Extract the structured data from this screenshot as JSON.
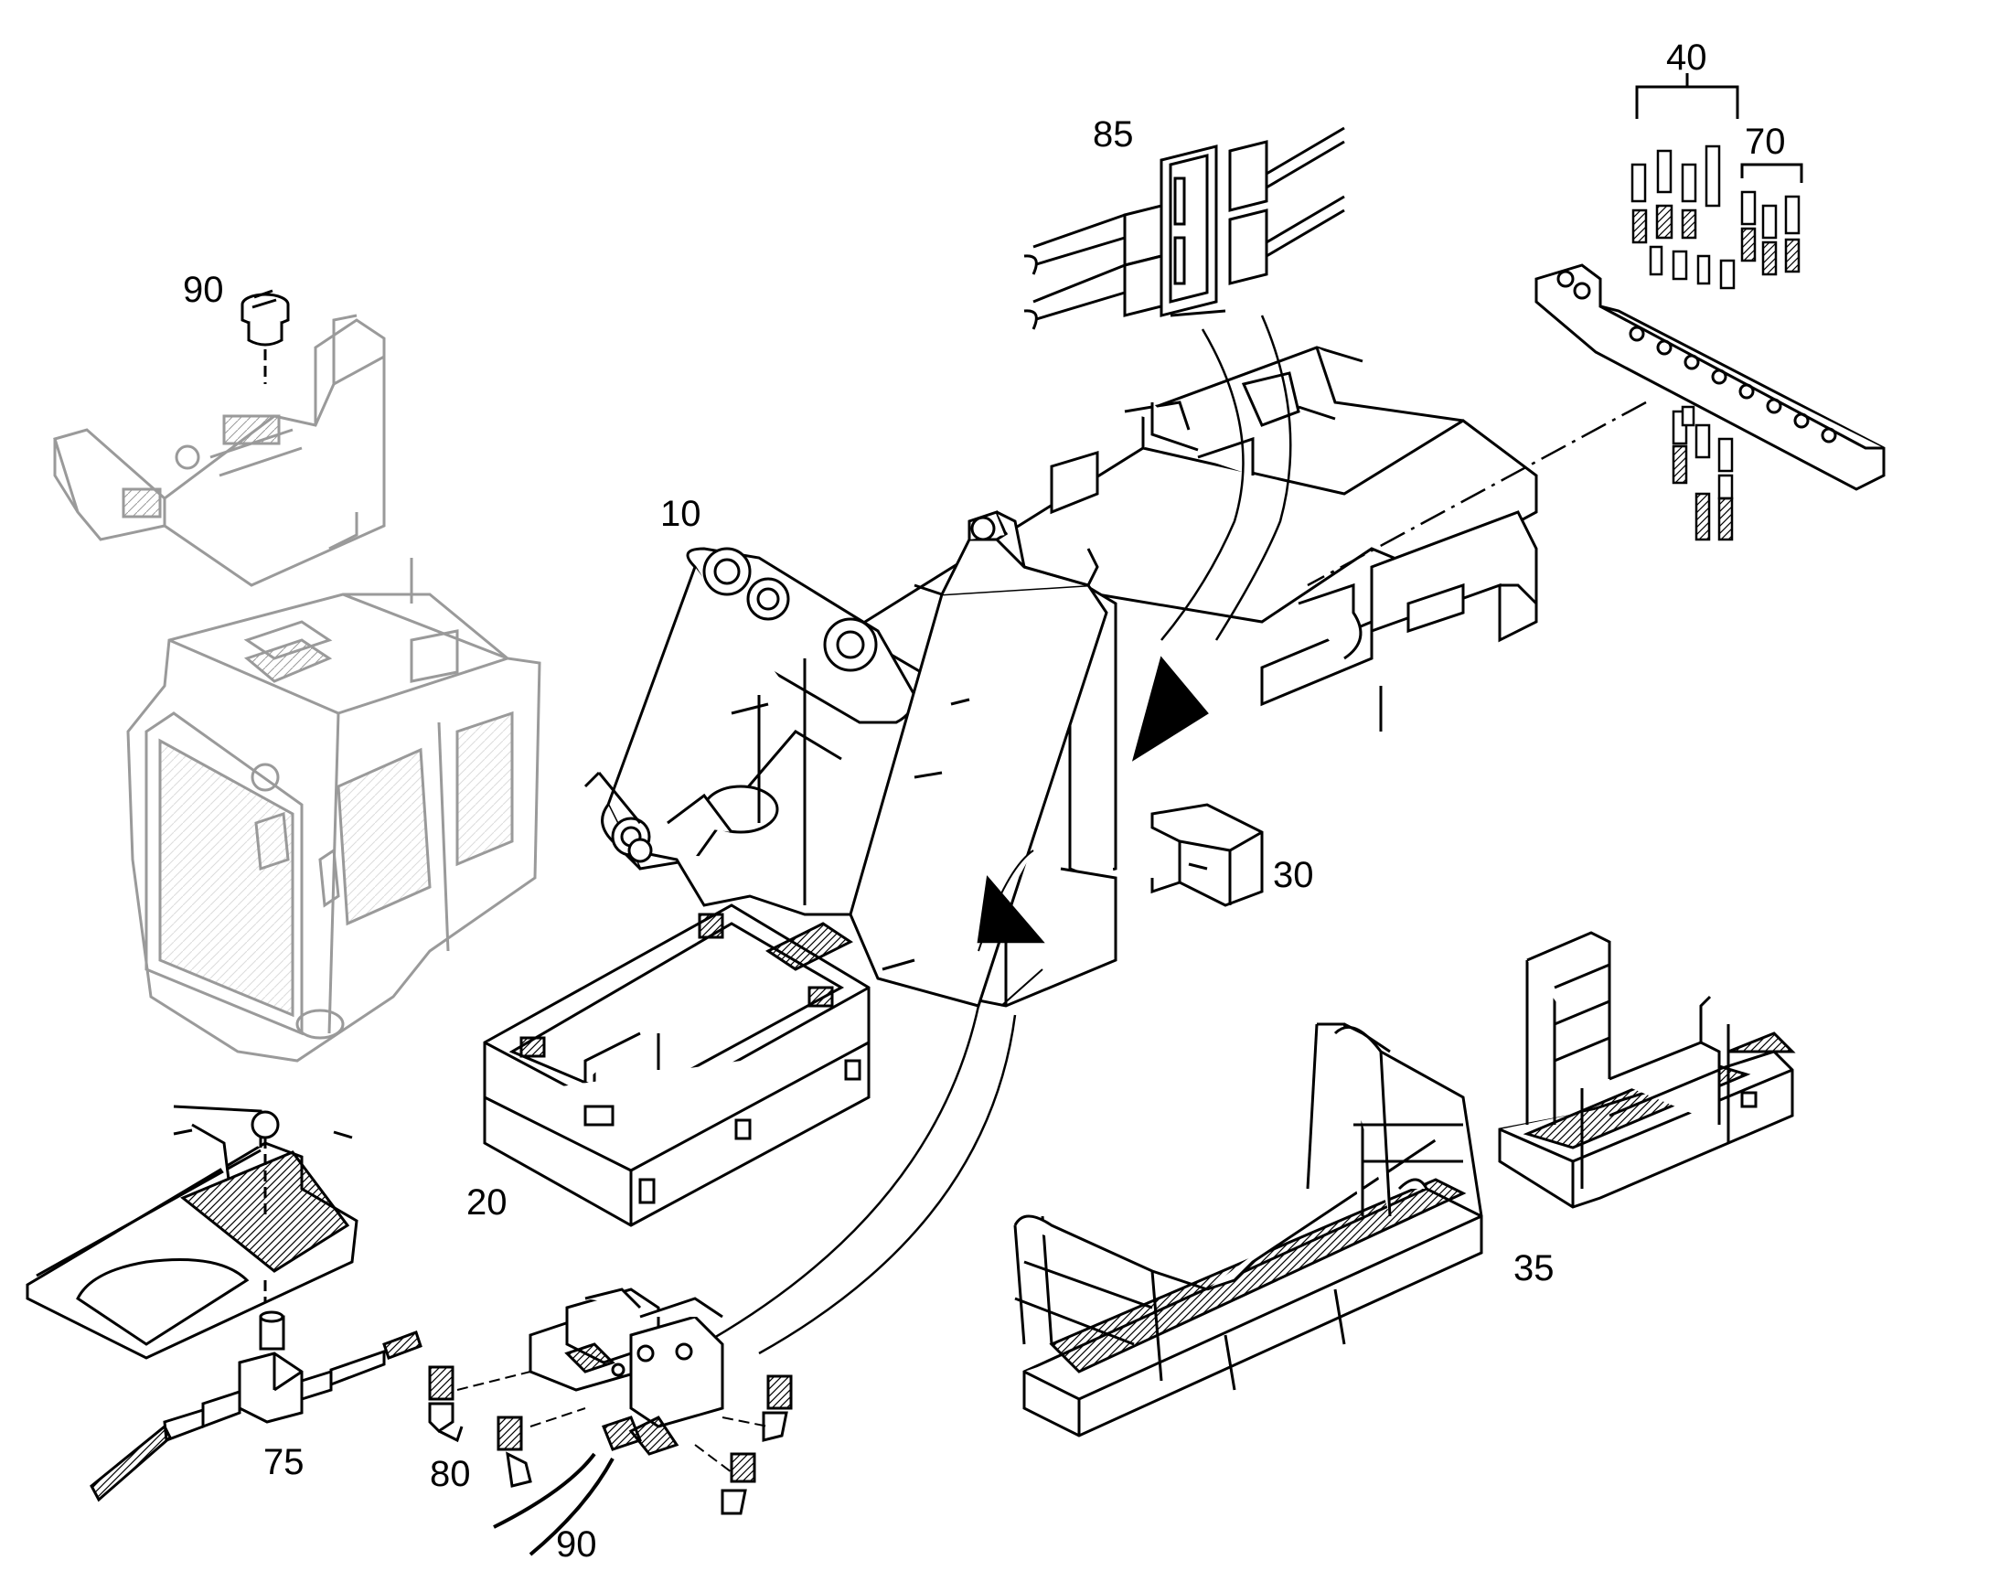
{
  "labels": {
    "p10": "10",
    "p20": "20",
    "p30": "30",
    "p35": "35",
    "p40": "40",
    "p70": "70",
    "p75": "75",
    "p80": "80",
    "p85": "85",
    "p90_top": "90",
    "p90_bottom": "90"
  },
  "colors": {
    "line": "#000000",
    "faded_line": "#9a9a9a",
    "background": "#ffffff"
  }
}
